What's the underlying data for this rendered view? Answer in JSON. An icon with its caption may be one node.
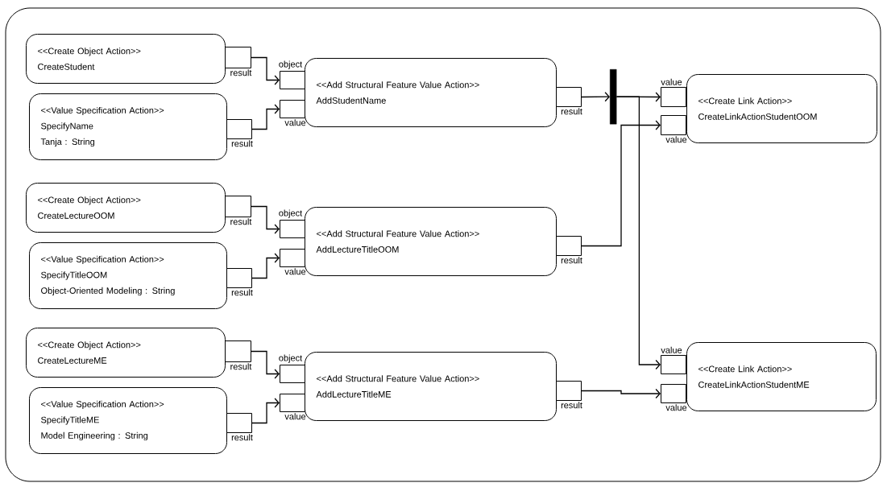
{
  "diagram": {
    "nodes": [
      {
        "text": [
          "<<Create Object Action>>",
          "CreateStudent"
        ]
      },
      {
        "text": [
          "result"
        ]
      },
      {
        "text": [
          "<<Value Specification Action>>",
          "SpecifyName",
          "Tanja : String"
        ]
      },
      {
        "text": [
          "result"
        ]
      },
      {
        "text": [
          "<<Add Structural Feature Value Action>>",
          "AddStudentName"
        ]
      },
      {
        "text": [
          "object"
        ]
      },
      {
        "text": [
          "value"
        ]
      },
      {
        "text": [
          "result"
        ]
      },
      {
        "text": [],
        "shape": "bar"
      },
      {
        "text": [
          "<<Create Link Action>>",
          "CreateLinkActionStudentOOM"
        ]
      },
      {
        "text": [
          "value"
        ]
      },
      {
        "text": [
          "value"
        ]
      },
      {
        "text": [
          "<<Create Object Action>>",
          "CreateLectureOOM"
        ]
      },
      {
        "text": [
          "result"
        ]
      },
      {
        "text": [
          "<<Value Specification Action>>",
          "SpecifyTitleOOM",
          "Object-Oriented Modeling : String"
        ]
      },
      {
        "text": [
          "result"
        ]
      },
      {
        "text": [
          "<<Add Structural Feature Value Action>>",
          "AddLectureTitleOOM"
        ]
      },
      {
        "text": [
          "object"
        ]
      },
      {
        "text": [
          "value"
        ]
      },
      {
        "text": [
          "result"
        ]
      },
      {
        "text": [
          "<<Create Object Action>>",
          "CreateLectureME"
        ]
      },
      {
        "text": [
          "result"
        ]
      },
      {
        "text": [
          "<<Value Specification Action>>",
          "SpecifyTitleME",
          "Model Engineering : String"
        ]
      },
      {
        "text": [
          "result"
        ]
      },
      {
        "text": [
          "<<Add Structural Feature Value Action>>",
          "AddLectureTitleME"
        ]
      },
      {
        "text": [
          "object"
        ]
      },
      {
        "text": [
          "value"
        ]
      },
      {
        "text": [
          "result"
        ]
      },
      {
        "text": [
          "<<Create Link Action>>",
          "CreateLinkActionStudentME"
        ]
      },
      {
        "text": [
          "value"
        ]
      },
      {
        "text": [
          "value"
        ]
      }
    ],
    "edges": [
      {
        "from": 1,
        "to": 5,
        "arrow": "to"
      },
      {
        "from": 3,
        "to": 6,
        "arrow": "to"
      },
      {
        "from": 7,
        "to": 8,
        "arrow": "to"
      },
      {
        "from": 8,
        "to": 10,
        "arrow": "to"
      },
      {
        "from": 8,
        "to": 29,
        "arrow": "to"
      },
      {
        "from": 13,
        "to": 17,
        "arrow": "to"
      },
      {
        "from": 15,
        "to": 18,
        "arrow": "to"
      },
      {
        "from": 19,
        "to": 11,
        "arrow": "to"
      },
      {
        "from": 21,
        "to": 25,
        "arrow": "to"
      },
      {
        "from": 23,
        "to": 26,
        "arrow": "to"
      },
      {
        "from": 27,
        "to": 30,
        "arrow": "to"
      }
    ]
  }
}
